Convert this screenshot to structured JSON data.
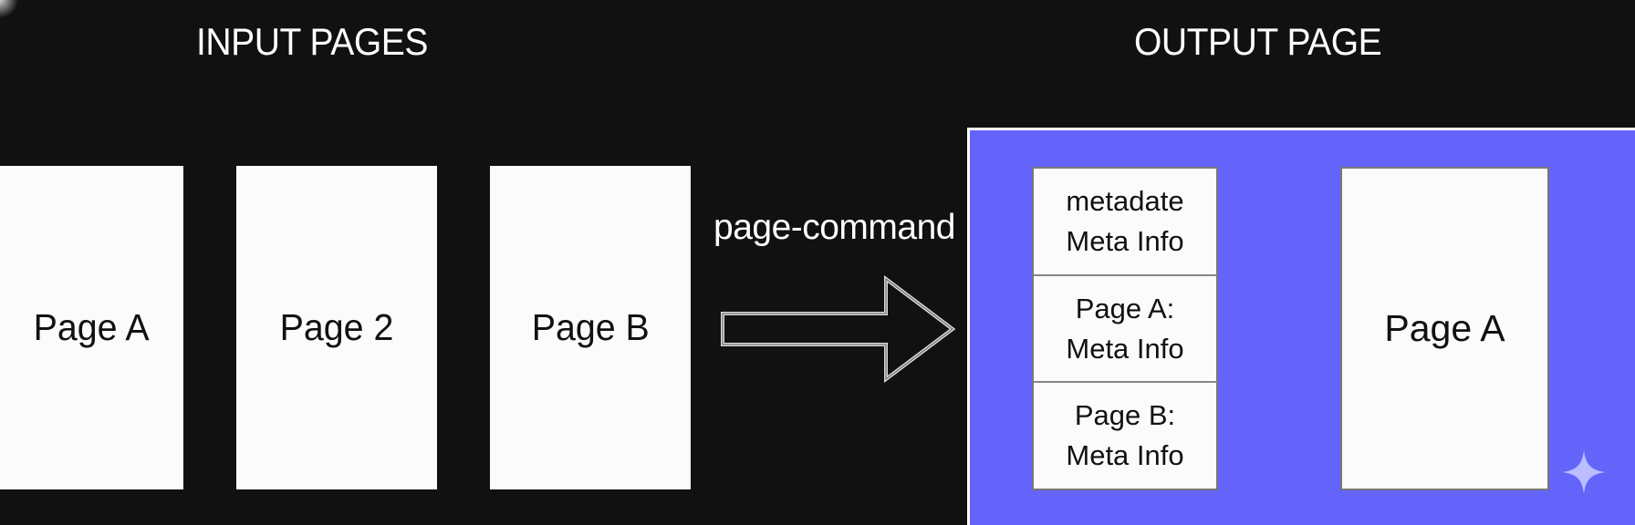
{
  "headings": {
    "input": "INPUT PAGES",
    "output": "OUTPUT PAGE"
  },
  "input_pages": [
    {
      "label": "Page A"
    },
    {
      "label": "Page 2"
    },
    {
      "label": "Page B"
    }
  ],
  "command": {
    "label": "page-command"
  },
  "output": {
    "meta_cells": [
      {
        "line1": "metadate",
        "line2": "Meta Info"
      },
      {
        "line1": "Page A:",
        "line2": "Meta Info"
      },
      {
        "line1": "Page B:",
        "line2": "Meta Info"
      }
    ],
    "page_label": "Page A"
  },
  "colors": {
    "background": "#111111",
    "panel": "#6464fa",
    "page": "#fbfbfb",
    "text_light": "#ffffff",
    "text_dark": "#111111"
  },
  "icons": {
    "arrow": "right-arrow-icon",
    "sparkle": "sparkle-icon"
  }
}
